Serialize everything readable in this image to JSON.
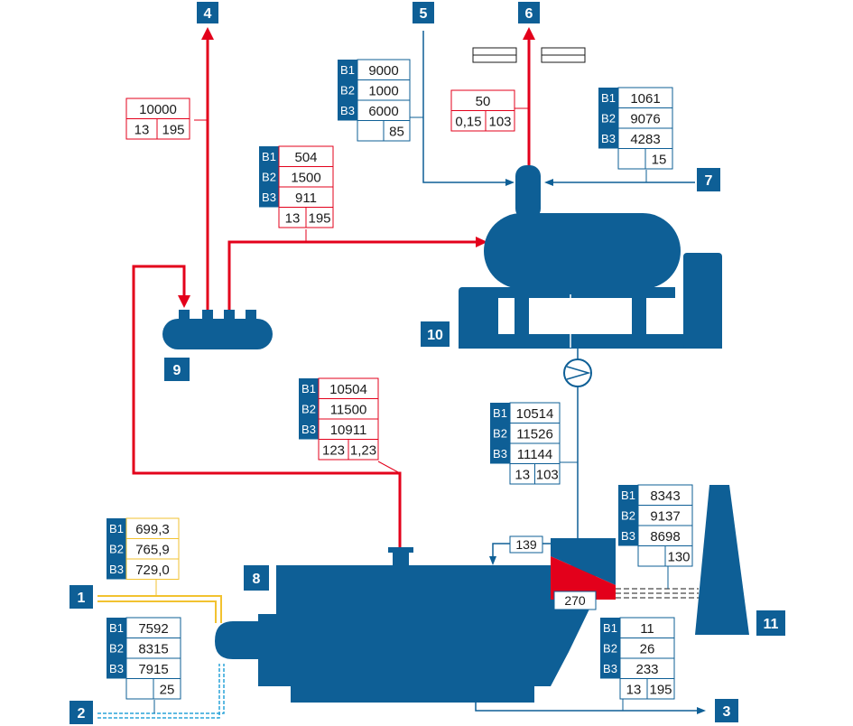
{
  "colors": {
    "blue": "#0e5f96",
    "red": "#e3001b",
    "yellow": "#f2c230",
    "cyan": "#29a3d9",
    "black": "#1a1a1a"
  },
  "markers": [
    "1",
    "2",
    "3",
    "4",
    "5",
    "6",
    "7",
    "8",
    "9",
    "10",
    "11"
  ],
  "tables": [
    {
      "id": "t-steam-out",
      "rows": [
        [
          "10000"
        ],
        [
          "13",
          "195"
        ]
      ]
    },
    {
      "id": "t-water-5",
      "rows": [
        [
          "B1",
          "9000"
        ],
        [
          "B2",
          "1000"
        ],
        [
          "B3",
          "6000"
        ],
        [
          "",
          "85"
        ]
      ]
    },
    {
      "id": "t-vent-6",
      "rows": [
        [
          "50"
        ],
        [
          "0,15",
          "103"
        ]
      ]
    },
    {
      "id": "t-water-7",
      "rows": [
        [
          "B1",
          "1061"
        ],
        [
          "B2",
          "9076"
        ],
        [
          "B3",
          "4283"
        ],
        [
          "",
          "15"
        ]
      ]
    },
    {
      "id": "t-steam-deaerator",
      "rows": [
        [
          "B1",
          "504"
        ],
        [
          "B2",
          "1500"
        ],
        [
          "B3",
          "911"
        ],
        [
          "13",
          "195"
        ]
      ]
    },
    {
      "id": "t-steam-boiler",
      "rows": [
        [
          "B1",
          "10504"
        ],
        [
          "B2",
          "11500"
        ],
        [
          "B3",
          "10911"
        ],
        [
          "123",
          "1,23"
        ]
      ]
    },
    {
      "id": "t-feedwater",
      "rows": [
        [
          "B1",
          "10514"
        ],
        [
          "B2",
          "11526"
        ],
        [
          "B3",
          "11144"
        ],
        [
          "13",
          "103"
        ]
      ]
    },
    {
      "id": "t-flue",
      "rows": [
        [
          "B1",
          "8343"
        ],
        [
          "B2",
          "9137"
        ],
        [
          "B3",
          "8698"
        ],
        [
          "",
          "130"
        ]
      ]
    },
    {
      "id": "t-fuel-1",
      "rows": [
        [
          "B1",
          "699,3"
        ],
        [
          "B2",
          "765,9"
        ],
        [
          "B3",
          "729,0"
        ]
      ]
    },
    {
      "id": "t-air-2",
      "rows": [
        [
          "B1",
          "7592"
        ],
        [
          "B2",
          "8315"
        ],
        [
          "B3",
          "7915"
        ],
        [
          "",
          "25"
        ]
      ]
    },
    {
      "id": "t-blowdown-3",
      "rows": [
        [
          "B1",
          "11"
        ],
        [
          "B2",
          "26"
        ],
        [
          "B3",
          "233"
        ],
        [
          "13",
          "195"
        ]
      ]
    }
  ],
  "temps": {
    "economizer_in": "139",
    "economizer_out": "270"
  }
}
